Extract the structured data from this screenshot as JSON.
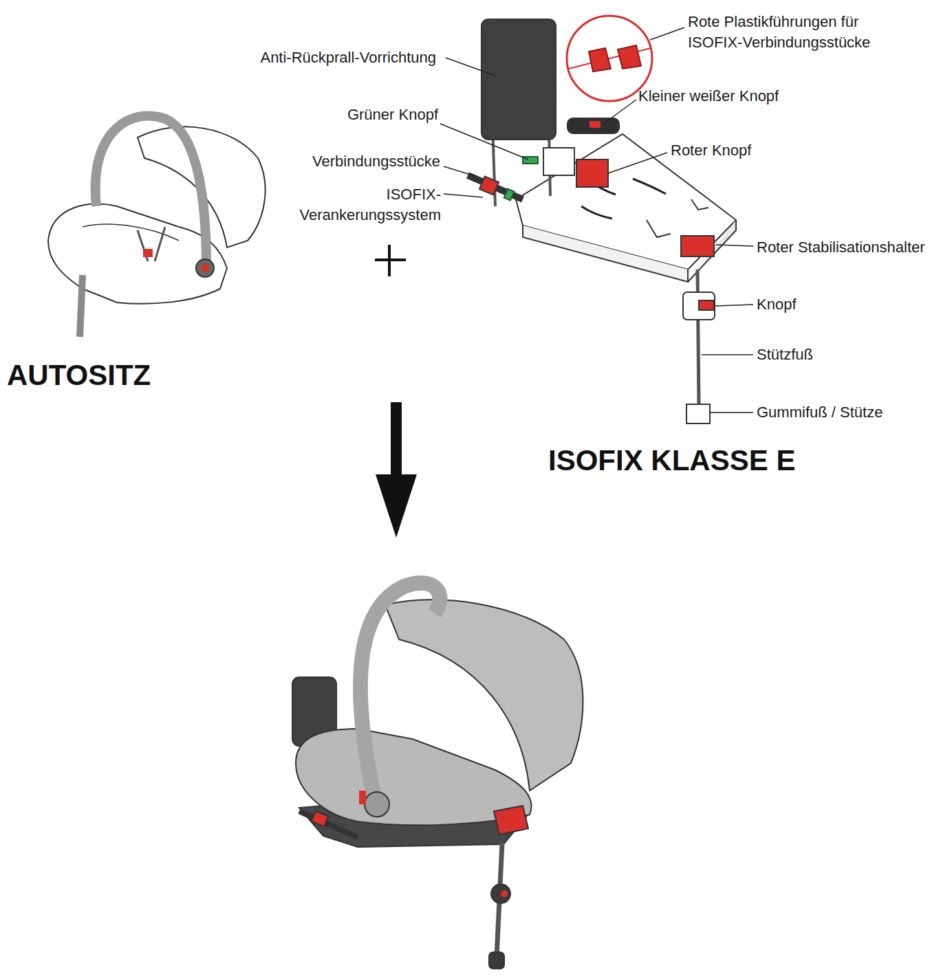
{
  "diagram": {
    "labels": [
      "Anti-Rückprall-Vorrichtung",
      "Rote Plastikführungen für ISOFIX-Verbindungsstücke",
      "Kleiner weißer Knopf",
      "Grüner Knopf",
      "Roter Knopf",
      "Verbindungsstücke",
      "ISOFIX- Verankerungssystem",
      "Roter Stabilisationshalter",
      "Knopf",
      "Stützfuß",
      "Gummifuß / Stütze",
      "AUTOSITZ",
      "ISOFIX KLASSE E"
    ]
  }
}
